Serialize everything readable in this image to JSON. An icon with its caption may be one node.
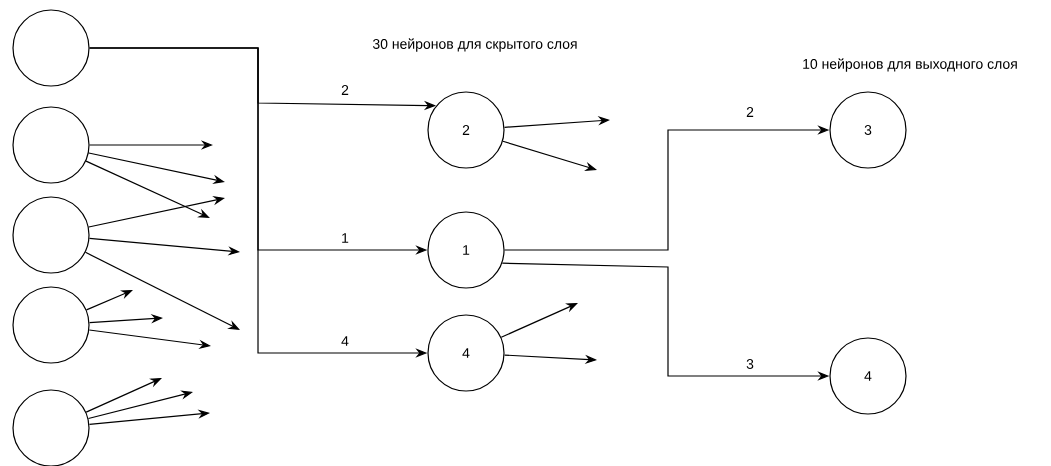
{
  "diagram": {
    "nodes": [
      {
        "text": [],
        "shape": "circle"
      },
      {
        "text": [],
        "shape": "circle"
      },
      {
        "text": [],
        "shape": "circle"
      },
      {
        "text": [],
        "shape": "circle"
      },
      {
        "text": [],
        "shape": "circle"
      },
      {
        "text": [
          "2"
        ]
      },
      {
        "text": [
          "1"
        ]
      },
      {
        "text": [
          "4"
        ]
      },
      {
        "text": [
          "3"
        ]
      },
      {
        "text": [
          "4"
        ]
      }
    ],
    "edges": [
      {
        "from": 0,
        "to": 5,
        "arrow": "to",
        "label": "2"
      },
      {
        "from": 0,
        "to": 6,
        "arrow": "to",
        "label": "1"
      },
      {
        "from": 0,
        "to": 7,
        "arrow": "to",
        "label": "4"
      },
      {
        "from": 1,
        "to": null,
        "arrow": "to"
      },
      {
        "from": 1,
        "to": null,
        "arrow": "to"
      },
      {
        "from": 1,
        "to": null,
        "arrow": "to"
      },
      {
        "from": 2,
        "to": null,
        "arrow": "to"
      },
      {
        "from": 2,
        "to": null,
        "arrow": "to"
      },
      {
        "from": 2,
        "to": null,
        "arrow": "to"
      },
      {
        "from": 3,
        "to": null,
        "arrow": "to"
      },
      {
        "from": 3,
        "to": null,
        "arrow": "to"
      },
      {
        "from": 3,
        "to": null,
        "arrow": "to"
      },
      {
        "from": 4,
        "to": null,
        "arrow": "to"
      },
      {
        "from": 4,
        "to": null,
        "arrow": "to"
      },
      {
        "from": 4,
        "to": null,
        "arrow": "to"
      },
      {
        "from": 5,
        "to": null,
        "arrow": "to"
      },
      {
        "from": 5,
        "to": null,
        "arrow": "to"
      },
      {
        "from": 7,
        "to": null,
        "arrow": "to"
      },
      {
        "from": 7,
        "to": null,
        "arrow": "to"
      },
      {
        "from": 6,
        "to": 8,
        "arrow": "to",
        "label": "2"
      },
      {
        "from": 6,
        "to": 9,
        "arrow": "to",
        "label": "3"
      }
    ],
    "labels": [
      "30 нейронов для скрытого слоя",
      "10 нейронов для выходного слоя"
    ]
  }
}
